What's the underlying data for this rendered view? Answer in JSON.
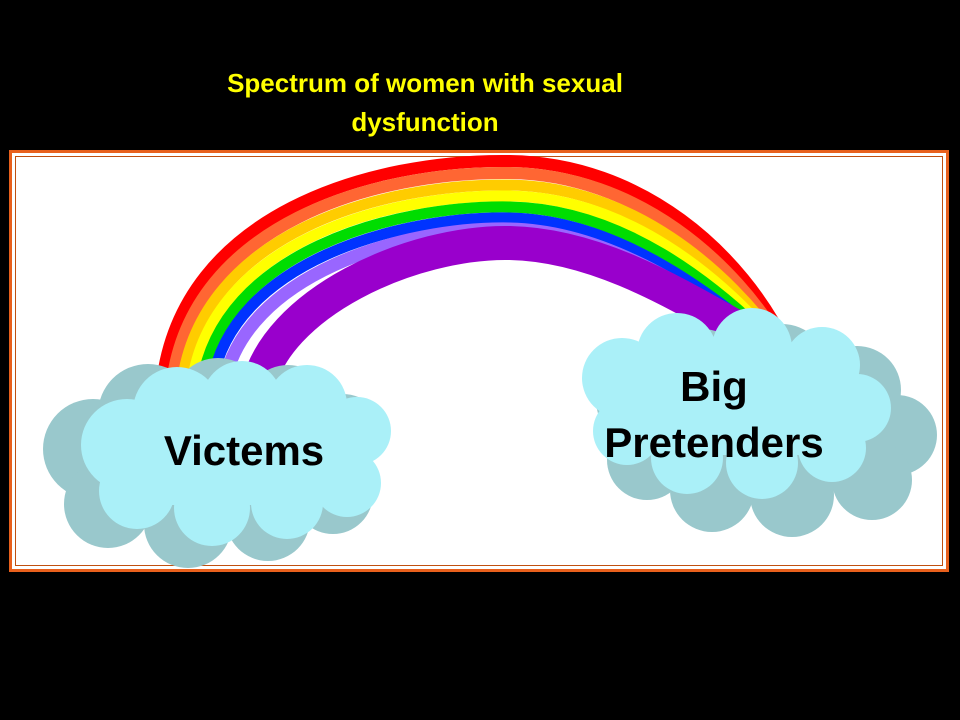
{
  "title": {
    "line1": "Spectrum of women with sexual",
    "line2": "dysfunction"
  },
  "labels": {
    "left": "Victems",
    "right_line1": "Big",
    "right_line2": "Pretenders"
  },
  "colors": {
    "background": "#000000",
    "title": "#FFFF00",
    "frame": "#E8601C",
    "cloud_fill": "#AAF0F8",
    "cloud_shadow": "#99C8CC",
    "rainbow": [
      "#FF0000",
      "#FF6633",
      "#FFCC00",
      "#FFFF00",
      "#00DD00",
      "#0033FF",
      "#9966FF",
      "#9900CC"
    ]
  },
  "icons": [
    "rainbow-icon",
    "cloud-icon"
  ]
}
